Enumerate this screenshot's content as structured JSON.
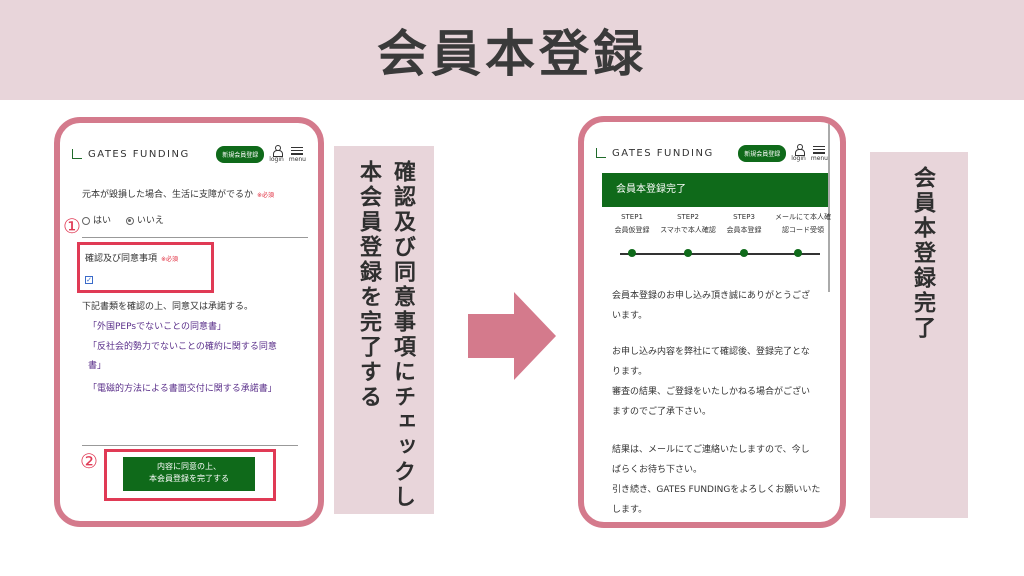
{
  "title": "会員本登録",
  "logo_text": "GATES FUNDING",
  "nav": {
    "register_button": "新規会員登録",
    "login": "login",
    "menu": "menu"
  },
  "left_phone": {
    "question": "元本が毀損した場合、生活に支障がでるか",
    "required": "※必須",
    "radio_yes": "はい",
    "radio_no": "いいえ",
    "marker1": "①",
    "consent_label": "確認及び同意事項",
    "consent_required": "※必須",
    "instruction": "下記書類を確認の上、同意又は承諾する。",
    "doc1": "「外国PEPsでないことの同意書」",
    "doc2_line1": "「反社会的勢力でないことの確約に関する同意",
    "doc2_line2": "書」",
    "doc3": "「電磁的方法による書面交付に関する承諾書」",
    "marker2": "②",
    "submit_line1": "内容に同意の上、",
    "submit_line2": "本会員登録を完了する"
  },
  "left_caption": {
    "col1": "確認及び同意事項にチェックし",
    "col2": "本会員登録を完了する"
  },
  "right_phone": {
    "banner": "会員本登録完了",
    "steps": [
      {
        "num": "STEP1",
        "label": "会員仮登録"
      },
      {
        "num": "STEP2",
        "label": "スマホで本人確認"
      },
      {
        "num": "STEP3",
        "label": "会員本登録"
      },
      {
        "num": "メールにて本人確",
        "label": "認コード受領"
      }
    ],
    "p1_l1": "会員本登録のお申し込み頂き誠にありがとうござ",
    "p1_l2": "います。",
    "p2_l1": "お申し込み内容を弊社にて確認後、登録完了とな",
    "p2_l2": "ります。",
    "p2_l3": "審査の結果、ご登録をいたしかねる場合がござい",
    "p2_l4": "ますのでご了承下さい。",
    "p3_l1": "結果は、メールにてご連絡いたしますので、今し",
    "p3_l2": "ばらくお待ち下さい。",
    "p3_l3": "引き続き、GATES FUNDINGをよろしくお願いいた",
    "p3_l4": "します。"
  },
  "right_caption": "会員本登録完了",
  "colors": {
    "accent": "#d47a8c",
    "green": "#0f6a1a",
    "panel": "#e8d5da",
    "marker": "#e03a55"
  }
}
